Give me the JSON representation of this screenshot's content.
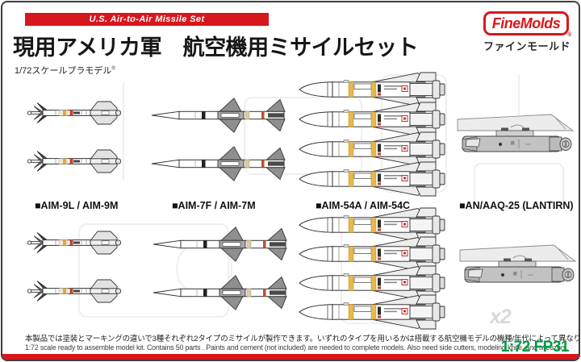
{
  "header": {
    "banner_label": "U.S. Air-to-Air Missile Set",
    "title": "現用アメリカ軍　航空機用ミサイルセット",
    "scale_note": "1/72スケールプラモデル",
    "scale_note_mark": "®"
  },
  "brand": {
    "logo_text": "FineMolds",
    "logo_reg": "®",
    "logo_kana": "ファインモールド"
  },
  "section_labels": [
    "■AIM-9L / AIM-9M",
    "■AIM-7F / AIM-7M",
    "■AIM-54A / AIM-54C",
    "■AN/AAQ-25 (LANTIRN)"
  ],
  "illustrations": {
    "groups": 2,
    "aim9_per_group": 2,
    "aim7_per_group": 2,
    "aim54_per_group": 4,
    "lantirn_per_group": 1,
    "quantity_watermark": "x2"
  },
  "footer": {
    "jp": "本製品では塗装とマーキングの違いで3種それぞれ2タイプのミサイルが製作できます。いずれのタイプを用いるかは搭載する航空機モデルの機種/年代によって異なります。",
    "en": "1:72 scale ready to assemble model kit. Contains 50 parts . Paints and cement (not included) are needed to complete models. Also need side cutters, modeling knife, and tweezers.",
    "code": "1:72 FP31"
  },
  "colors": {
    "brand_red": "#d6171c",
    "code_green": "#009a44",
    "border_dark": "#3f3f3f"
  }
}
